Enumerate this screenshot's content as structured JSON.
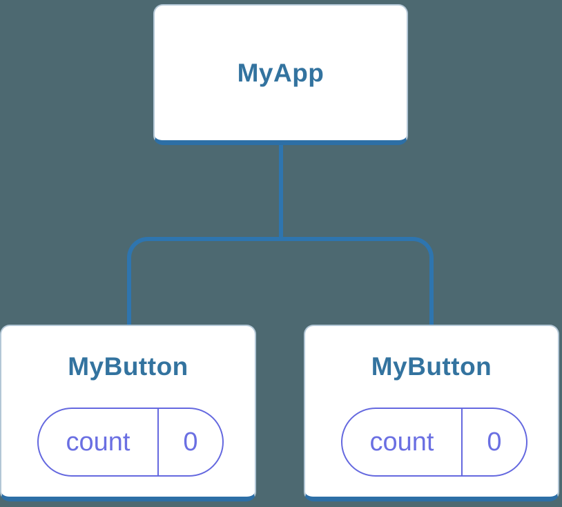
{
  "diagram": {
    "type": "component-tree",
    "background_color": "#4D6971",
    "node_fill_color": "#FFFFFF",
    "node_border_color": "#B3C7D6",
    "node_accent_color": "#2D6FA6",
    "connector_color": "#2E75AF",
    "title_color": "#33739F",
    "state_color": "#6A6FE2",
    "root": {
      "label": "MyApp"
    },
    "children": [
      {
        "label": "MyButton",
        "state": {
          "name": "count",
          "value": "0"
        }
      },
      {
        "label": "MyButton",
        "state": {
          "name": "count",
          "value": "0"
        }
      }
    ]
  }
}
